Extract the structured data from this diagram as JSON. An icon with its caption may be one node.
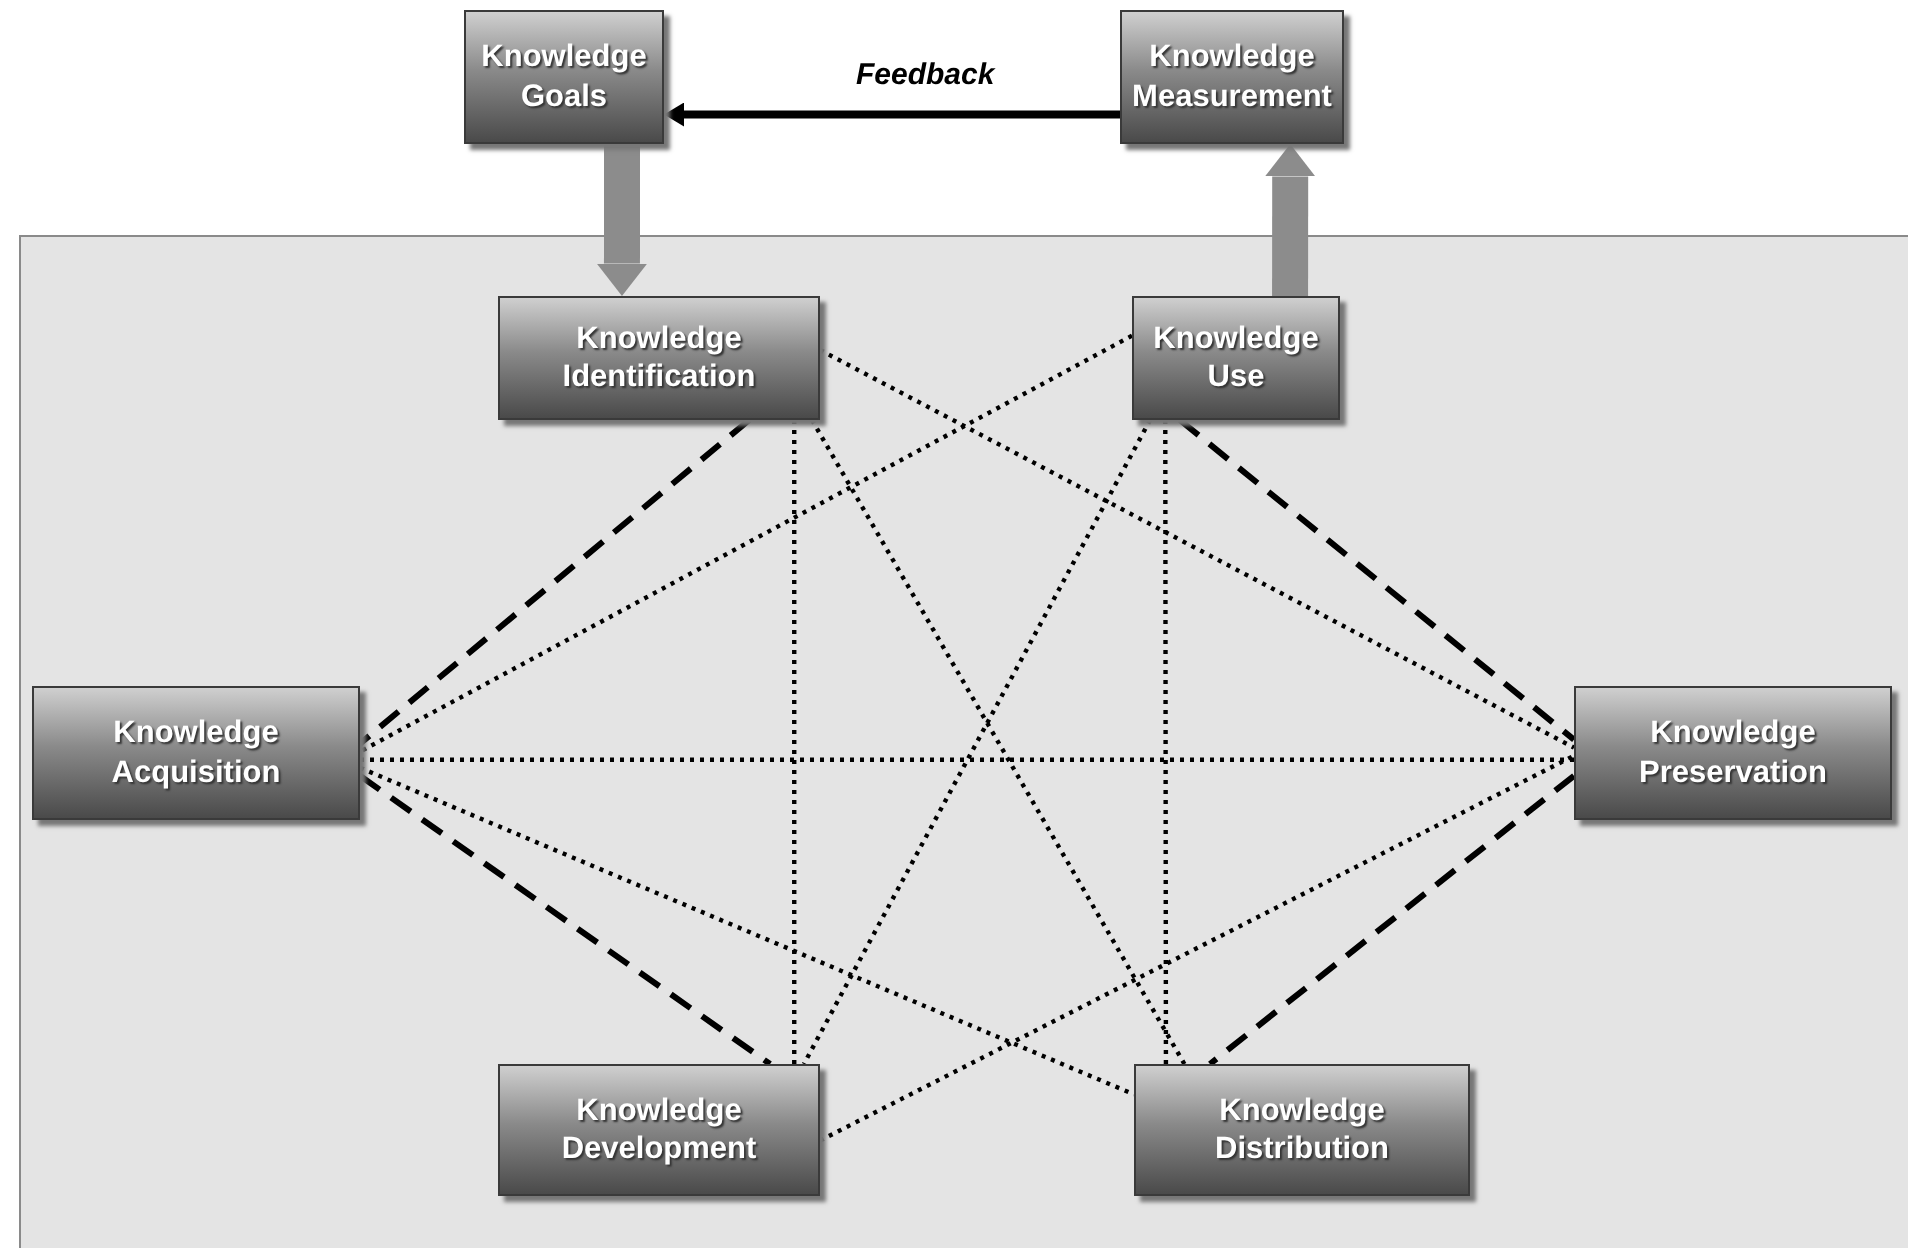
{
  "diagram": {
    "nodes": [
      {
        "text": [
          "Knowledge Goals"
        ]
      },
      {
        "text": [
          "Knowledge Measurement"
        ]
      },
      {
        "text": [
          "Knowledge Identification"
        ]
      },
      {
        "text": [
          "Knowledge Use"
        ]
      },
      {
        "text": [
          "Knowledge Acquisition"
        ]
      },
      {
        "text": [
          "Knowledge Preservation"
        ]
      },
      {
        "text": [
          "Knowledge Development"
        ]
      },
      {
        "text": [
          "Knowledge Distribution"
        ]
      }
    ],
    "edges": [
      {
        "from": 1,
        "to": 0,
        "arrow": "to",
        "label": "Feedback",
        "style": "thick"
      },
      {
        "from": 0,
        "to": 2,
        "arrow": "to",
        "style": "thick",
        "color": "#8c8c8c"
      },
      {
        "from": 3,
        "to": 1,
        "arrow": "to",
        "style": "thick",
        "color": "#8c8c8c"
      },
      {
        "from": 2,
        "to": 4,
        "arrow": "none",
        "style": "dashed"
      },
      {
        "from": 4,
        "to": 6,
        "arrow": "none",
        "style": "dashed"
      },
      {
        "from": 3,
        "to": 5,
        "arrow": "none",
        "style": "dashed"
      },
      {
        "from": 5,
        "to": 7,
        "arrow": "none",
        "style": "dashed"
      },
      {
        "from": 2,
        "to": 5,
        "arrow": "none",
        "style": "dashed"
      },
      {
        "from": 2,
        "to": 6,
        "arrow": "none",
        "style": "dashed"
      },
      {
        "from": 2,
        "to": 7,
        "arrow": "none",
        "style": "dashed"
      },
      {
        "from": 3,
        "to": 4,
        "arrow": "none",
        "style": "dashed"
      },
      {
        "from": 3,
        "to": 7,
        "arrow": "none",
        "style": "dashed"
      },
      {
        "from": 3,
        "to": 6,
        "arrow": "none",
        "style": "dashed"
      },
      {
        "from": 4,
        "to": 5,
        "arrow": "none",
        "style": "dashed"
      },
      {
        "from": 4,
        "to": 7,
        "arrow": "none",
        "style": "dashed"
      },
      {
        "from": 6,
        "to": 5,
        "arrow": "none",
        "style": "dashed"
      }
    ]
  }
}
